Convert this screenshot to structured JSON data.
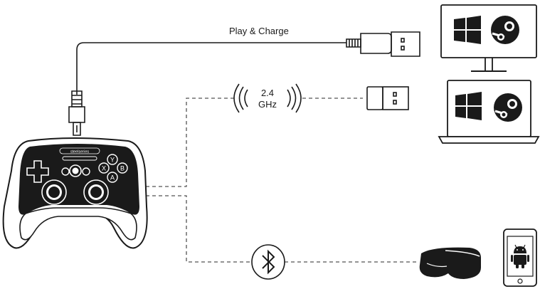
{
  "labels": {
    "play_charge": "Play & Charge",
    "wireless_band_number": "2.4",
    "wireless_band_unit": "GHz",
    "controller_brand": "steelseries"
  },
  "face_buttons": {
    "y": "Y",
    "x": "X",
    "b": "B",
    "a": "A"
  },
  "icons": {
    "usb_cable": "usb-cable-icon",
    "wireless": "wireless-signal-icon",
    "dongle": "usb-dongle-icon",
    "bluetooth": "bluetooth-icon",
    "monitor": "desktop-monitor-icon",
    "laptop": "laptop-icon",
    "windows": "windows-logo-icon",
    "steam": "steam-logo-icon",
    "vr_headset": "vr-headset-icon",
    "phone": "smartphone-icon",
    "android": "android-logo-icon",
    "controller": "gamepad-icon"
  },
  "colors": {
    "line": "#1a1a1a",
    "dashed": "#555555"
  }
}
